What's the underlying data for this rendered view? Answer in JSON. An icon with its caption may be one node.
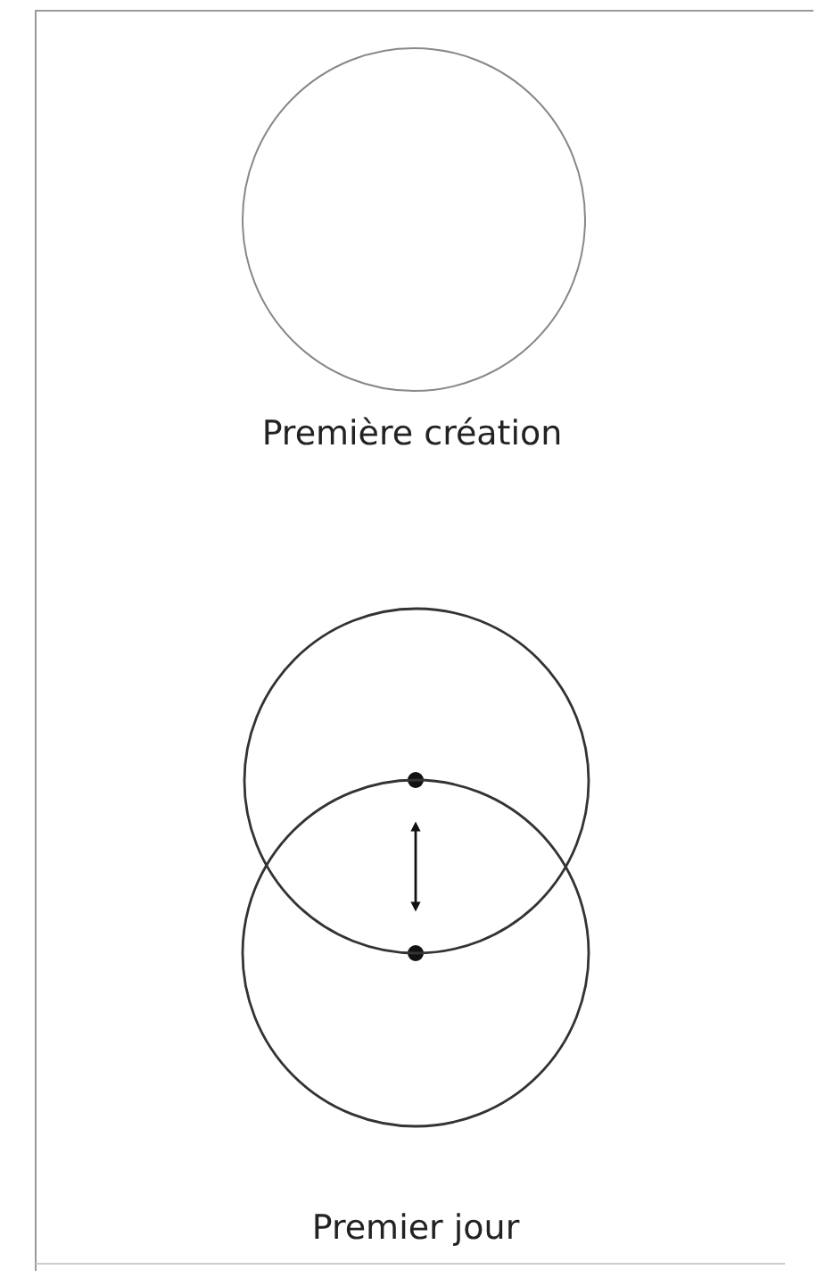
{
  "diagram": {
    "nodes": [
      {
        "text": [],
        "shape": "circle"
      },
      {
        "text": [],
        "shape": "circle"
      },
      {
        "text": [],
        "shape": "circle"
      }
    ],
    "labels": [
      "Première création",
      "Premier jour"
    ]
  }
}
